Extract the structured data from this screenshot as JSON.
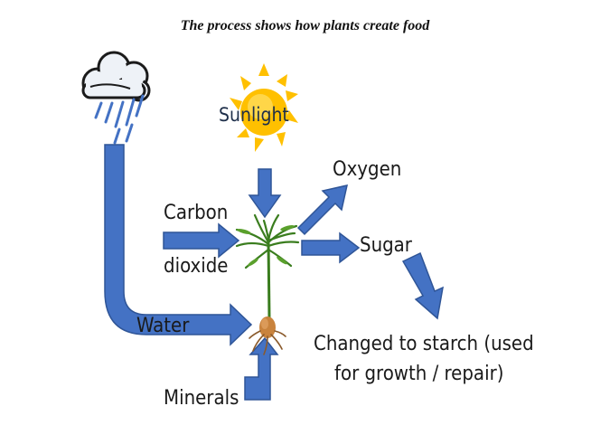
{
  "caption": "The process shows how plants create food",
  "labels": {
    "sunlight": "Sunlight",
    "oxygen": "Oxygen",
    "carbon": "Carbon",
    "dioxide": "dioxide",
    "sugar": "Sugar",
    "water": "Water",
    "starch_line1": "Changed to starch (used",
    "starch_line2": "for growth / repair)",
    "minerals": "Minerals"
  },
  "colors": {
    "arrow": "#4472c4",
    "arrow_edge": "#2f5597",
    "sun": "#ffc000",
    "plant_stem": "#3a7d1e",
    "root": "#c9833d"
  },
  "icons": [
    "rain-cloud-icon",
    "sun-icon",
    "plant-icon"
  ]
}
